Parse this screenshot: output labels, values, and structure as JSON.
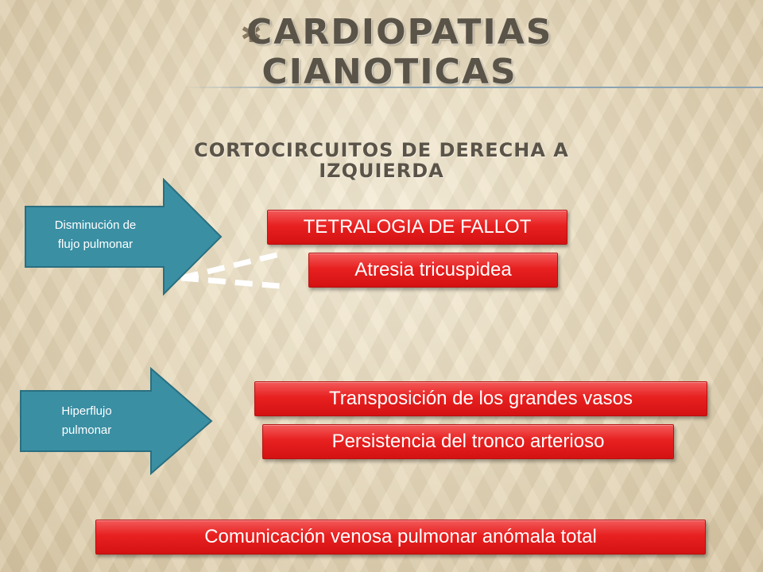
{
  "title": {
    "line1": "CARDIOPATIAS",
    "line2": "CIANOTICAS",
    "brand_icon": "star-icon"
  },
  "subtitle": {
    "line1": "CORTOCIRCUITOS DE DERECHA A",
    "line2": "IZQUIERDA"
  },
  "groups": [
    {
      "arrow_label_line1": "Disminución de",
      "arrow_label_line2": "flujo pulmonar",
      "items": [
        "TETRALOGIA DE FALLOT",
        "Atresia tricuspidea"
      ]
    },
    {
      "arrow_label_line1": "Hiperflujo",
      "arrow_label_line2": "pulmonar",
      "items": [
        "Transposición de los grandes vasos",
        "Persistencia del tronco arterioso"
      ]
    }
  ],
  "standalone_item": "Comunicación venosa pulmonar anómala total",
  "colors": {
    "arrow_fill": "#3a8fa3",
    "arrow_stroke": "#2a6f80",
    "box_red": "#e82020",
    "title_text": "#5a5348"
  }
}
